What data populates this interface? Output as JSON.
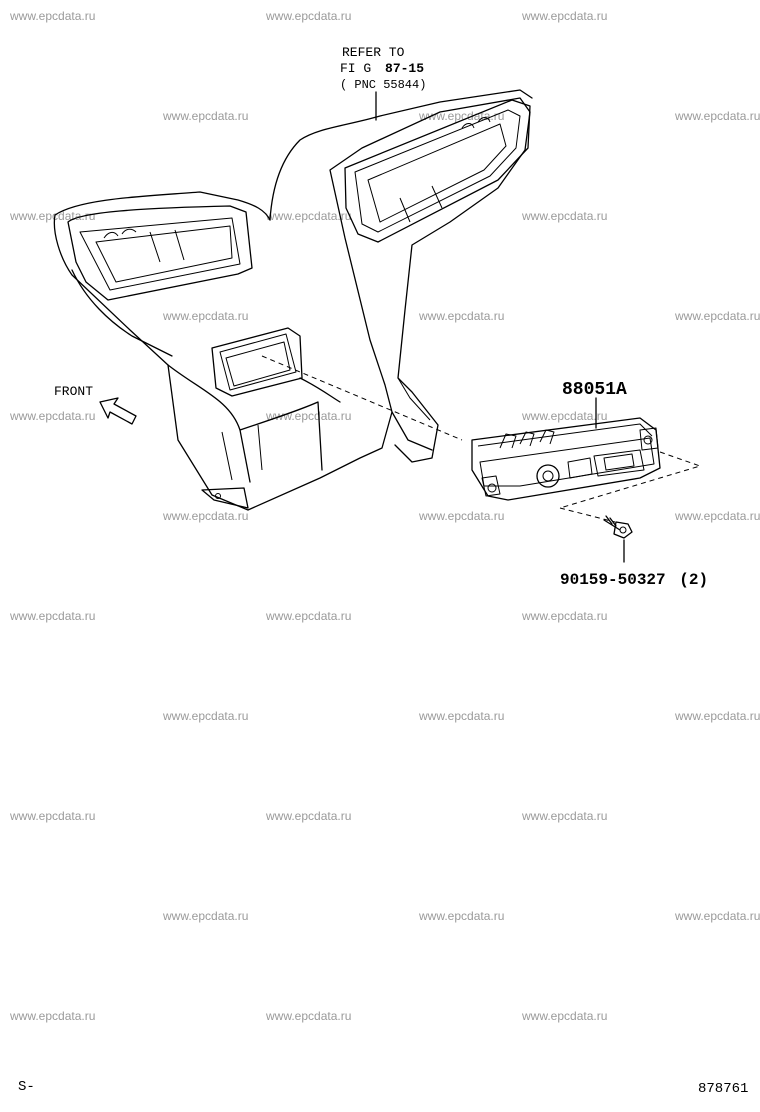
{
  "watermark": "www.epcdata.ru",
  "labels": {
    "refer_line1": "REFER TO",
    "refer_line2_prefix": "FI G",
    "refer_line2_fig": "87-15",
    "refer_line3": "( PNC 55844)",
    "front": "FRONT",
    "part_main": "88051A",
    "part_screw": "90159-50327",
    "part_screw_qty": "(2)",
    "corner_left": "S-",
    "corner_right": "878761"
  },
  "parts": [
    {
      "name": "duct-assembly",
      "ref": "REFER TO FIG 87-15 (PNC 55844)"
    },
    {
      "name": "control-unit",
      "number": "88051A"
    },
    {
      "name": "screw",
      "number": "90159-50327",
      "qty": "(2)"
    }
  ]
}
